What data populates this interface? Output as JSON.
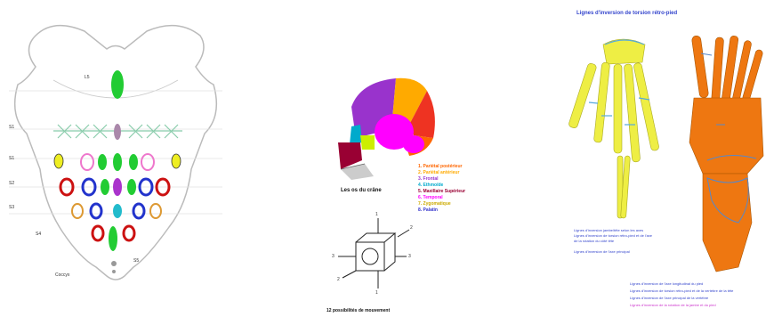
{
  "sacrum": {
    "labels": {
      "l5": "L5",
      "s1a": "S1",
      "s1b": "S1",
      "s2": "S2",
      "s3": "S3",
      "s4": "S4",
      "s5": "S5",
      "coccyx": "Coccyx"
    },
    "colors": {
      "green": "#22cc33",
      "red": "#cc1111",
      "blue": "#2233cc",
      "purple": "#aa33cc",
      "orange": "#dd9933",
      "yellow": "#eeee22",
      "cyan": "#22bbcc",
      "pink": "#ee77cc"
    }
  },
  "skull": {
    "caption": "Les os du crâne",
    "legend": [
      {
        "text": "1. Pariétal postérieur",
        "color": "#ff6600"
      },
      {
        "text": "2. Pariétal antérieur",
        "color": "#ffaa00"
      },
      {
        "text": "3. Frontal",
        "color": "#9933cc"
      },
      {
        "text": "4. Ethmoïde",
        "color": "#00aacc"
      },
      {
        "text": "5. Maxillaire Supérieur",
        "color": "#990033"
      },
      {
        "text": "6. Temporal",
        "color": "#ff00ff"
      },
      {
        "text": "7. Zygomatique",
        "color": "#ccaa00"
      },
      {
        "text": "8. Palatin",
        "color": "#3333cc"
      }
    ],
    "colors": {
      "parietal_post": "#ff6600",
      "parietal_ant": "#ffaa00",
      "frontal": "#9933cc",
      "temporal": "#ff00ff",
      "occipital": "#ee3322",
      "ethmoid": "#00aacc",
      "maxilla": "#990033",
      "zygomatic": "#ccee00"
    }
  },
  "cube": {
    "axis_labels": [
      "1",
      "2",
      "3",
      "3",
      "2",
      "1"
    ],
    "caption": "12 possibilités de mouvement"
  },
  "hand_foot": {
    "title": "Lignes d'inversion de torsion rétro-pied",
    "colors": {
      "hand": "#eeee44",
      "foot": "#ee7711",
      "line": "#55aadd",
      "title": "#3344cc"
    },
    "notes_blue": [
      "Lignes d'inversion jambe/tête selon les axes",
      "Lignes d'inversion de torsion rétro-pied et de l'axe",
      "de la rotation du côté tête",
      "Lignes d'inversion de l'axe principal"
    ],
    "notes_bottom": [
      "Lignes d'inversion de l'axe longitudinal du pied",
      "Lignes d'inversion de torsion rétro-pied et de la vertèbre de la tête",
      "Lignes d'inversion de l'axe principal de la vertèbre",
      "Lignes d'inversion de la rotation de la jambe et du pied"
    ]
  }
}
